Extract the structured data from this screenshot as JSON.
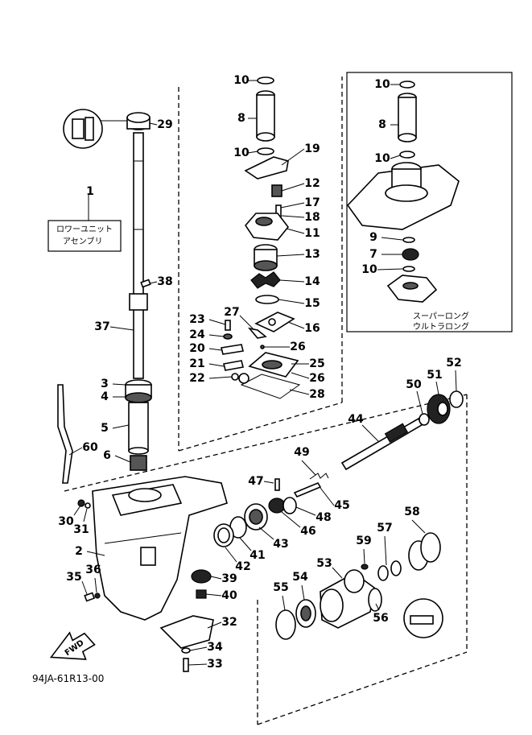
{
  "diagram": {
    "callouts": [
      "1",
      "2",
      "3",
      "4",
      "5",
      "6",
      "7",
      "8",
      "9",
      "10",
      "11",
      "12",
      "13",
      "14",
      "15",
      "16",
      "17",
      "18",
      "19",
      "20",
      "21",
      "22",
      "23",
      "24",
      "25",
      "26",
      "27",
      "28",
      "29",
      "30",
      "31",
      "32",
      "33",
      "34",
      "35",
      "36",
      "37",
      "38",
      "39",
      "40",
      "41",
      "42",
      "43",
      "44",
      "45",
      "46",
      "47",
      "48",
      "49",
      "50",
      "51",
      "52",
      "53",
      "54",
      "55",
      "56",
      "57",
      "58",
      "59",
      "60"
    ],
    "assembly_label_line1": "ロワーユニット",
    "assembly_label_line2": "アセンブリ",
    "inset_note_line1": "スーパーロング",
    "inset_note_line2": "ウルトラロング",
    "fwd_label": "FWD",
    "drawing_code": "94JA-61R13-00"
  }
}
